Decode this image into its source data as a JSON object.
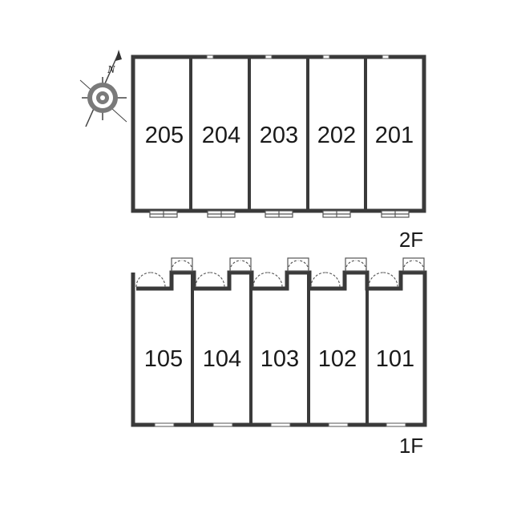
{
  "compass": {
    "icon": "compass-north-icon",
    "north_label": "N"
  },
  "floors": [
    {
      "label": "2F",
      "rooms": [
        "205",
        "204",
        "203",
        "202",
        "201"
      ]
    },
    {
      "label": "1F",
      "rooms": [
        "105",
        "104",
        "103",
        "102",
        "101"
      ]
    }
  ]
}
